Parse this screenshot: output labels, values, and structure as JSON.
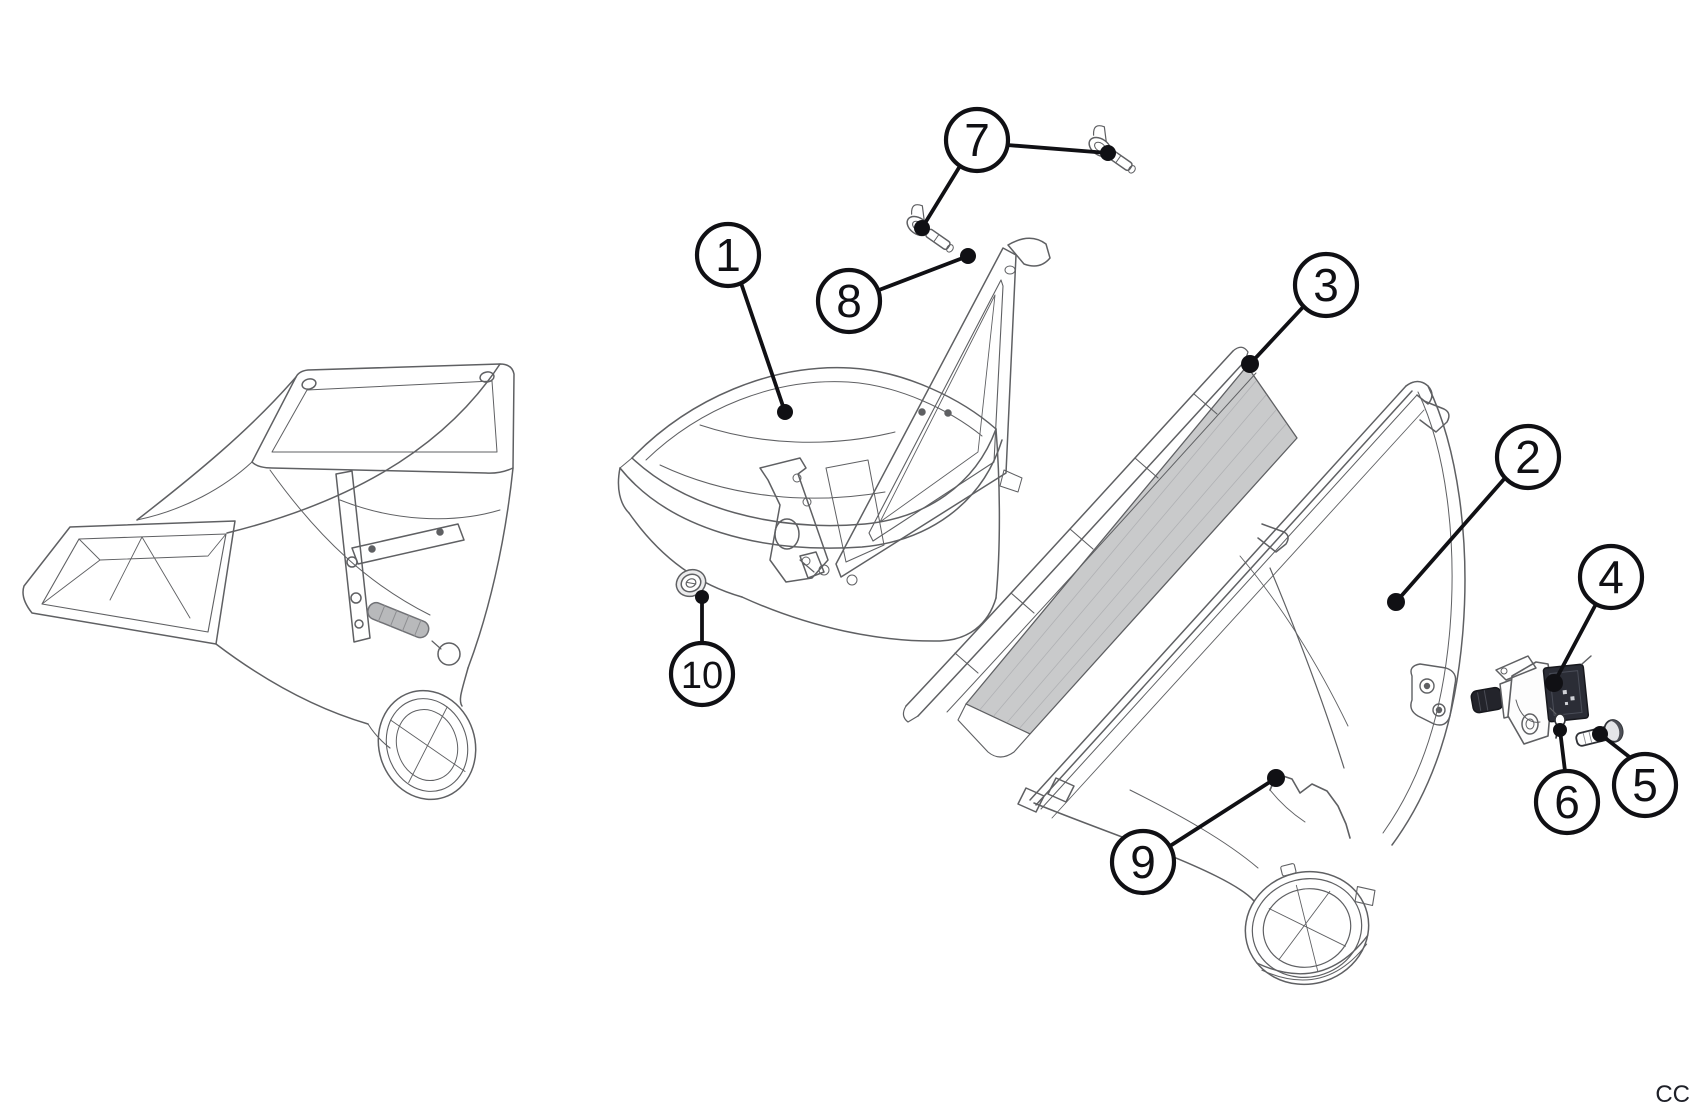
{
  "diagram": {
    "type": "exploded-parts-diagram",
    "watermark": "CC",
    "callouts": [
      {
        "id": "callout-1",
        "number": "1"
      },
      {
        "id": "callout-2",
        "number": "2"
      },
      {
        "id": "callout-3",
        "number": "3"
      },
      {
        "id": "callout-4",
        "number": "4"
      },
      {
        "id": "callout-5",
        "number": "5"
      },
      {
        "id": "callout-6",
        "number": "6"
      },
      {
        "id": "callout-7",
        "number": "7"
      },
      {
        "id": "callout-8",
        "number": "8"
      },
      {
        "id": "callout-9",
        "number": "9"
      },
      {
        "id": "callout-10",
        "number": "10"
      }
    ],
    "colors": {
      "line": "#5f6063",
      "line_light": "#9a9b9e",
      "callout": "#101014",
      "mesh": "#c9cacb",
      "mesh_hatch": "#b0b1b4",
      "sensor_dark": "#2b2d36",
      "sensor_tip": "#23242b",
      "spring": "#b8b9bb",
      "watermark": "#1e2028",
      "background": "#ffffff"
    }
  }
}
